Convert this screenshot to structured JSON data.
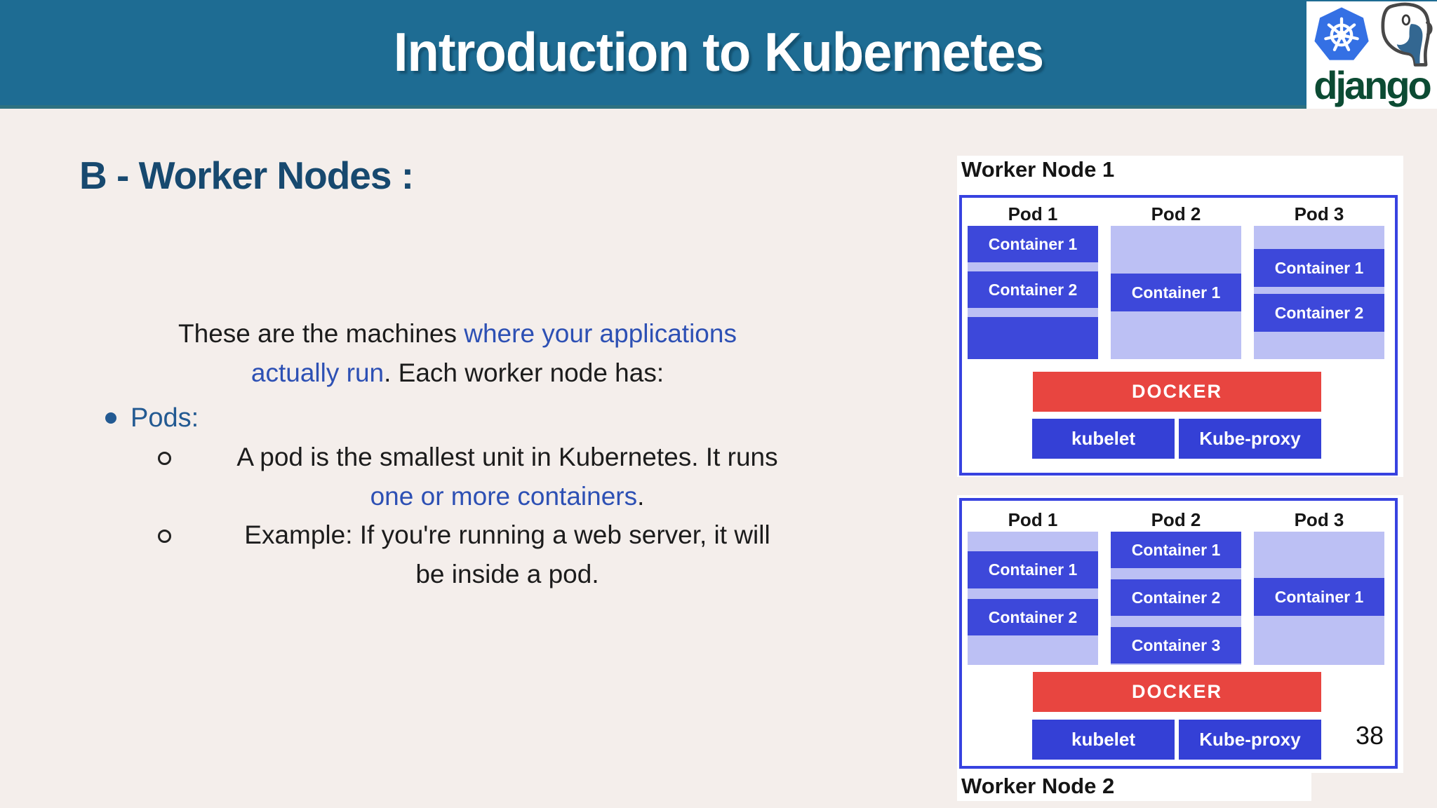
{
  "header": {
    "title": "Introduction to Kubernetes"
  },
  "logos": {
    "django": "django",
    "kubernetes_icon": "kubernetes-logo",
    "postgresql_icon": "postgresql-logo"
  },
  "content": {
    "heading": "B - Worker Nodes :",
    "intro": {
      "r1": "These are the machines ",
      "b1": "where your applications",
      "b2": "actually run",
      "r2": ". Each worker node has:"
    },
    "bullet_label": "Pods:",
    "sub1": {
      "r1": "A pod is the smallest unit in Kubernetes. It runs",
      "b1": "one or more containers",
      "r2": "."
    },
    "sub2": {
      "l1": "Example: If you're running a web server, it will",
      "l2": "be inside a pod."
    }
  },
  "diagram": {
    "node1": {
      "label": "Worker Node 1",
      "pod_headers": [
        "Pod 1",
        "Pod 2",
        "Pod 3"
      ],
      "pod1": {
        "c1": "Container 1",
        "c2": "Container 2"
      },
      "pod2": {
        "c1": "Container 1"
      },
      "pod3": {
        "c1": "Container 1",
        "c2": "Container 2"
      },
      "docker": "DOCKER",
      "kubelet": "kubelet",
      "kubeproxy": "Kube-proxy"
    },
    "node2": {
      "label": "Worker Node 2",
      "pod_headers": [
        "Pod 1",
        "Pod 2",
        "Pod 3"
      ],
      "pod1": {
        "c1": "Container 1",
        "c2": "Container 2"
      },
      "pod2": {
        "c1": "Container 1",
        "c2": "Container 2",
        "c3": "Container 3"
      },
      "pod3": {
        "c1": "Container 1"
      },
      "docker": "DOCKER",
      "kubelet": "kubelet",
      "kubeproxy": "Kube-proxy"
    },
    "page_number": "38"
  },
  "colors": {
    "header_teal": "#1e6c93",
    "slide_bg": "#f4eeeb",
    "heading_navy": "#17496f",
    "link_blue": "#2d50b4",
    "bullet_blue": "#235a92",
    "container_blue": "#3d48da",
    "button_blue": "#3440d6",
    "pod_lavender": "#bcc0f4",
    "docker_red": "#e84540",
    "box_border_blue": "#3742e0",
    "django_green": "#0c4b33",
    "k8s_blue": "#3470e4",
    "postgres_blue": "#336791"
  }
}
